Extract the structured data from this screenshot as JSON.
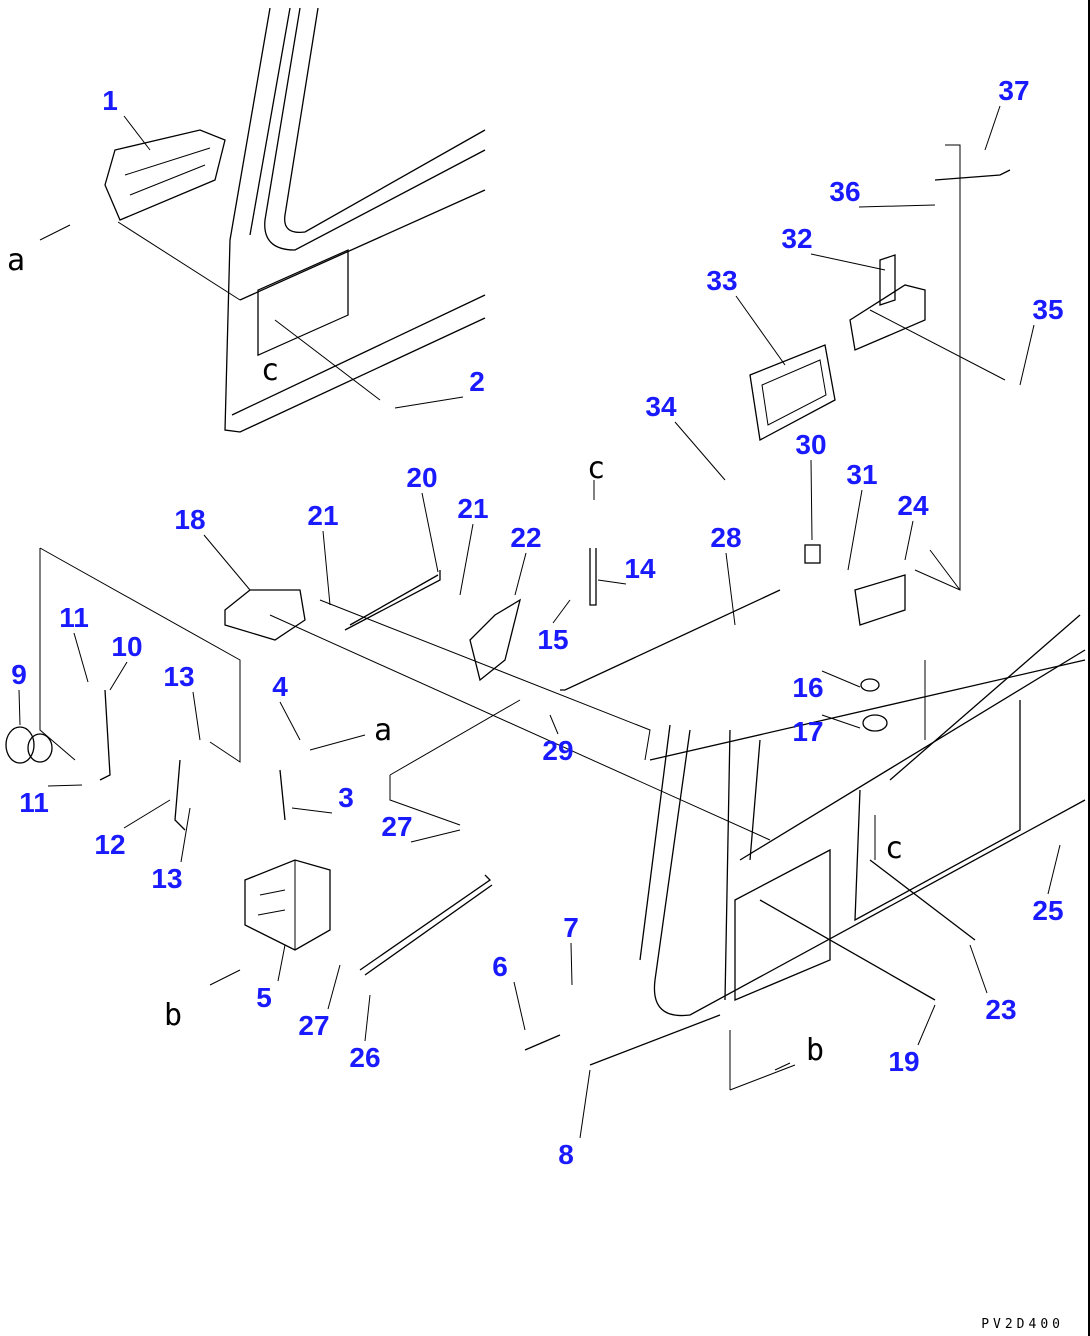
{
  "drawing_code": "PV2D400",
  "part_callouts": [
    "1",
    "2",
    "3",
    "4",
    "5",
    "6",
    "7",
    "8",
    "9",
    "10",
    "11",
    "11",
    "12",
    "13",
    "13",
    "14",
    "15",
    "16",
    "17",
    "18",
    "19",
    "20",
    "21",
    "21",
    "22",
    "23",
    "24",
    "25",
    "26",
    "27",
    "27",
    "28",
    "29",
    "30",
    "31",
    "32",
    "33",
    "34",
    "35",
    "36",
    "37"
  ],
  "view_letters": [
    "a",
    "a",
    "c",
    "c",
    "c",
    "b",
    "b"
  ]
}
